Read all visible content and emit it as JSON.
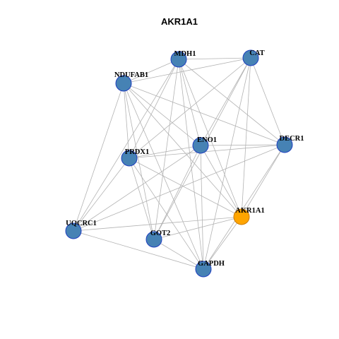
{
  "title": "AKR1A1",
  "colors": {
    "node_fill": "#4682B4",
    "node_stroke": "#1F3FBF",
    "highlight_fill": "#FFA500",
    "highlight_stroke": "#CC7A00",
    "edge": "#B3B3B3",
    "background": "#FFFFFF"
  },
  "nodes": [
    {
      "id": "MDH1",
      "label": "MDH1",
      "highlight": false
    },
    {
      "id": "CAT",
      "label": "CAT",
      "highlight": false
    },
    {
      "id": "NDUFAB1",
      "label": "NDUFAB1",
      "highlight": false
    },
    {
      "id": "ENO1",
      "label": "ENO1",
      "highlight": false
    },
    {
      "id": "DECR1",
      "label": "DECR1",
      "highlight": false
    },
    {
      "id": "PRDX1",
      "label": "PRDX1",
      "highlight": false
    },
    {
      "id": "AKR1A1",
      "label": "AKR1A1",
      "highlight": true
    },
    {
      "id": "UQCRC1",
      "label": "UQCRC1",
      "highlight": false
    },
    {
      "id": "GOT2",
      "label": "GOT2",
      "highlight": false
    },
    {
      "id": "GAPDH",
      "label": "GAPDH",
      "highlight": false
    }
  ],
  "edges": [
    [
      "MDH1",
      "CAT"
    ],
    [
      "MDH1",
      "NDUFAB1"
    ],
    [
      "MDH1",
      "ENO1"
    ],
    [
      "MDH1",
      "DECR1"
    ],
    [
      "MDH1",
      "PRDX1"
    ],
    [
      "MDH1",
      "AKR1A1"
    ],
    [
      "MDH1",
      "UQCRC1"
    ],
    [
      "MDH1",
      "GOT2"
    ],
    [
      "MDH1",
      "GAPDH"
    ],
    [
      "CAT",
      "NDUFAB1"
    ],
    [
      "CAT",
      "ENO1"
    ],
    [
      "CAT",
      "DECR1"
    ],
    [
      "CAT",
      "PRDX1"
    ],
    [
      "CAT",
      "AKR1A1"
    ],
    [
      "CAT",
      "GOT2"
    ],
    [
      "CAT",
      "GAPDH"
    ],
    [
      "NDUFAB1",
      "ENO1"
    ],
    [
      "NDUFAB1",
      "DECR1"
    ],
    [
      "NDUFAB1",
      "PRDX1"
    ],
    [
      "NDUFAB1",
      "AKR1A1"
    ],
    [
      "NDUFAB1",
      "UQCRC1"
    ],
    [
      "NDUFAB1",
      "GOT2"
    ],
    [
      "NDUFAB1",
      "GAPDH"
    ],
    [
      "ENO1",
      "DECR1"
    ],
    [
      "ENO1",
      "PRDX1"
    ],
    [
      "ENO1",
      "AKR1A1"
    ],
    [
      "ENO1",
      "UQCRC1"
    ],
    [
      "ENO1",
      "GOT2"
    ],
    [
      "ENO1",
      "GAPDH"
    ],
    [
      "DECR1",
      "PRDX1"
    ],
    [
      "DECR1",
      "AKR1A1"
    ],
    [
      "DECR1",
      "UQCRC1"
    ],
    [
      "DECR1",
      "GAPDH"
    ],
    [
      "PRDX1",
      "AKR1A1"
    ],
    [
      "PRDX1",
      "UQCRC1"
    ],
    [
      "PRDX1",
      "GOT2"
    ],
    [
      "PRDX1",
      "GAPDH"
    ],
    [
      "AKR1A1",
      "UQCRC1"
    ],
    [
      "AKR1A1",
      "GOT2"
    ],
    [
      "AKR1A1",
      "GAPDH"
    ],
    [
      "UQCRC1",
      "GAPDH"
    ],
    [
      "GOT2",
      "GAPDH"
    ]
  ]
}
